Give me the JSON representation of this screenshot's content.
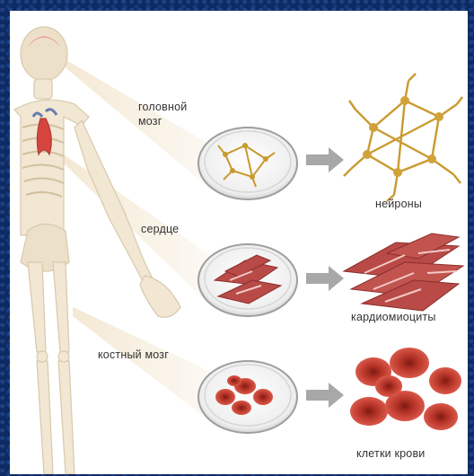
{
  "labels": {
    "brain_line1": "головной",
    "brain_line2": "мозг",
    "heart": "сердце",
    "bone_marrow": "костный мозг",
    "neurons": "нейроны",
    "cardiomyocytes": "кардиомиоциты",
    "blood_cells": "клетки крови"
  },
  "colors": {
    "background": "#0d2a63",
    "panel": "#ffffff",
    "skeleton": "#e8dcc4",
    "neuron": "#c99a2e",
    "muscle": "#b84a47",
    "blood": "#c83a2c",
    "arrow": "#a8a8a8"
  }
}
